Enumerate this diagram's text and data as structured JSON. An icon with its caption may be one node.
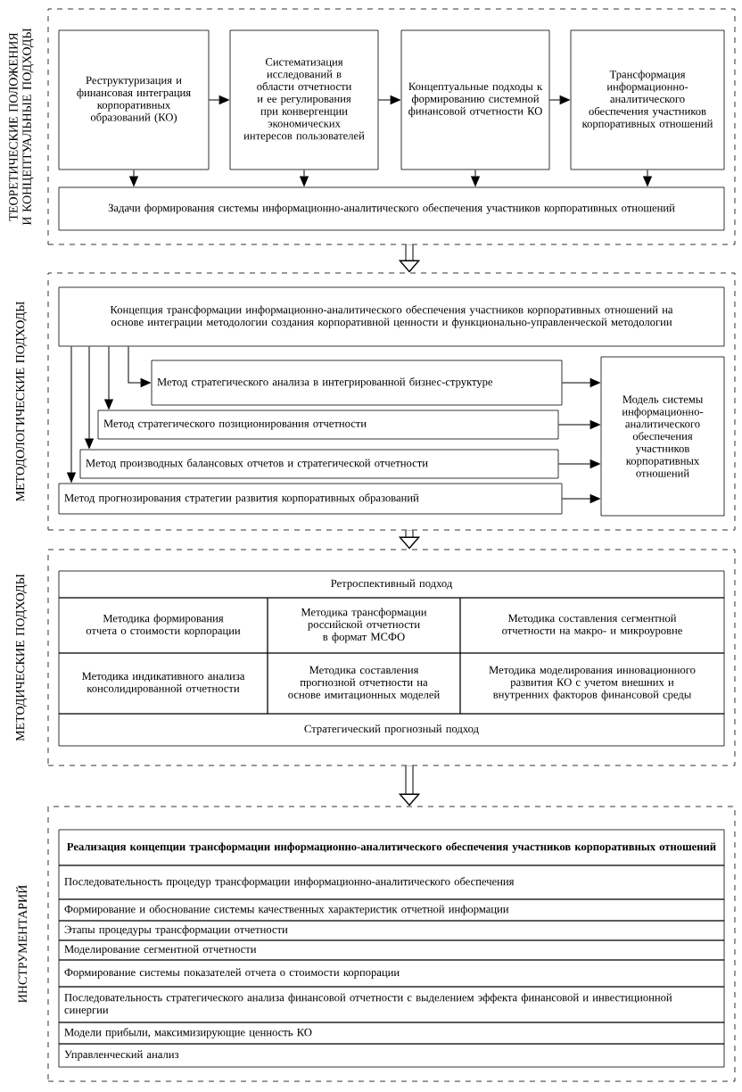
{
  "diagram": {
    "nodes": [
      {
        "text": [
          "ТЕОРЕТИЧЕСКИЕ ПОЛОЖЕНИЯ И КОНЦЕПТУАЛЬНЫЕ ПОДХОДЫ"
        ]
      },
      {
        "text": [
          "Реструктуризация и финансовая интеграция корпоративных образований (КО)"
        ],
        "in": 0
      },
      {
        "text": [
          "Систематизация исследований в области отчетности и ее регулирования при конвергенции экономических интересов пользователей"
        ],
        "in": 0
      },
      {
        "text": [
          "Концептуальные подходы к формированию системной финансовой отчетности КО"
        ],
        "in": 0
      },
      {
        "text": [
          "Трансформация информационно-аналитического обеспечения участников корпоративных отношений"
        ],
        "in": 0
      },
      {
        "text": [
          "Задачи формирования системы информационно-аналитического обеспечения участников корпоративных отношений"
        ],
        "in": 0
      },
      {
        "text": [
          "МЕТОДОЛОГИЧЕСКИЕ ПОДХОДЫ"
        ]
      },
      {
        "text": [
          "Концепция трансформации информационно-аналитического обеспечения участников корпоративных отношений на основе интеграции методологии создания корпоративной ценности и функционально-управленческой методологии"
        ],
        "in": 6
      },
      {
        "text": [
          "Метод стратегического анализа в интегрированной бизнес-структуре"
        ],
        "in": 6
      },
      {
        "text": [
          "Метод стратегического позиционирования отчетности"
        ],
        "in": 6
      },
      {
        "text": [
          "Метод производных балансовых отчетов и стратегической отчетности"
        ],
        "in": 6
      },
      {
        "text": [
          "Метод прогнозирования стратегии развития корпоративных образований"
        ],
        "in": 6
      },
      {
        "text": [
          "Модель системы информационно-аналитического обеспечения участников корпоративных отношений"
        ],
        "in": 6
      },
      {
        "text": [
          "МЕТОДИЧЕСКИЕ ПОДХОДЫ"
        ]
      },
      {
        "text": [
          "Ретроспективный подход"
        ],
        "in": 13
      },
      {
        "text": [
          "Методика формирования отчета о стоимости корпорации"
        ],
        "in": 13
      },
      {
        "text": [
          "Методика трансформации российской отчетности в формат МСФО"
        ],
        "in": 13
      },
      {
        "text": [
          "Методика составления сегментной отчетности на макро- и микроуровне"
        ],
        "in": 13
      },
      {
        "text": [
          "Методика индикативного анализа консолидированной отчетности"
        ],
        "in": 13
      },
      {
        "text": [
          "Методика составления прогнозной отчетности на основе имитационных моделей"
        ],
        "in": 13
      },
      {
        "text": [
          "Методика моделирования инновационного развития КО с учетом внешних и внутренних факторов финансовой среды"
        ],
        "in": 13
      },
      {
        "text": [
          "Стратегический прогнозный подход"
        ],
        "in": 13
      },
      {
        "text": [
          "ИНСТРУМЕНТАРИЙ"
        ]
      },
      {
        "text": [
          "Реализация концепции трансформации информационно-аналитического обеспечения участников корпоративных отношений"
        ],
        "in": 22
      },
      {
        "text": [
          "Последовательность процедур трансформации информационно-аналитического обеспечения"
        ],
        "in": 22
      },
      {
        "text": [
          "Формирование и обоснование системы качественных характеристик отчетной информации"
        ],
        "in": 22
      },
      {
        "text": [
          "Этапы процедуры трансформации отчетности"
        ],
        "in": 22
      },
      {
        "text": [
          "Моделирование сегментной отчетности"
        ],
        "in": 22
      },
      {
        "text": [
          "Формирование системы показателей отчета о стоимости корпорации"
        ],
        "in": 22
      },
      {
        "text": [
          "Последовательность стратегического анализа финансовой отчетности с выделением эффекта финансовой и инвестиционной синергии"
        ],
        "in": 22
      },
      {
        "text": [
          "Модели прибыли, максимизирующие ценность КО"
        ],
        "in": 22
      },
      {
        "text": [
          "Управленческий анализ"
        ],
        "in": 22
      }
    ],
    "edges": [
      {
        "from": 1,
        "to": 2,
        "arrow": "to"
      },
      {
        "from": 2,
        "to": 3,
        "arrow": "to"
      },
      {
        "from": 3,
        "to": 4,
        "arrow": "to"
      },
      {
        "from": 1,
        "to": 5,
        "arrow": "to"
      },
      {
        "from": 2,
        "to": 5,
        "arrow": "to"
      },
      {
        "from": 3,
        "to": 5,
        "arrow": "to"
      },
      {
        "from": 4,
        "to": 5,
        "arrow": "to"
      },
      {
        "from": 0,
        "to": 6,
        "arrow": "to",
        "style": "thick"
      },
      {
        "from": 7,
        "to": 8,
        "arrow": "to"
      },
      {
        "from": 7,
        "to": 9,
        "arrow": "to"
      },
      {
        "from": 7,
        "to": 10,
        "arrow": "to"
      },
      {
        "from": 7,
        "to": 11,
        "arrow": "to"
      },
      {
        "from": 8,
        "to": 12,
        "arrow": "to"
      },
      {
        "from": 9,
        "to": 12,
        "arrow": "to"
      },
      {
        "from": 10,
        "to": 12,
        "arrow": "to"
      },
      {
        "from": 11,
        "to": 12,
        "arrow": "to"
      },
      {
        "from": 6,
        "to": 13,
        "arrow": "to",
        "style": "thick"
      },
      {
        "from": 13,
        "to": 22,
        "arrow": "to",
        "style": "thick"
      }
    ]
  }
}
